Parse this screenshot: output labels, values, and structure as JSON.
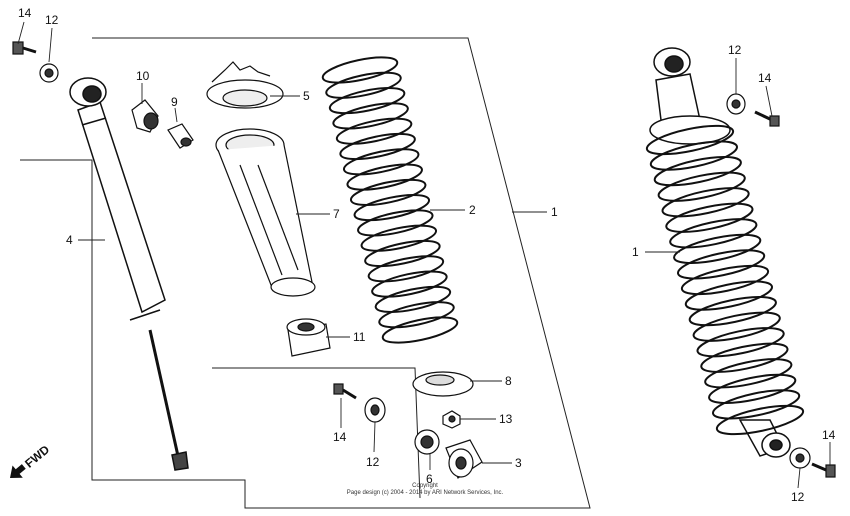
{
  "callouts": {
    "c14_top": "14",
    "c12_top": "12",
    "c10": "10",
    "c9": "9",
    "c5": "5",
    "c4": "4",
    "c7": "7",
    "c2": "2",
    "c1_mid": "1",
    "c11": "11",
    "c8": "8",
    "c13": "13",
    "c3": "3",
    "c6": "6",
    "c14_bot": "14",
    "c12_bot": "12",
    "c12_right_top": "12",
    "c14_right_top": "14",
    "c1_right": "1",
    "c14_right_bot": "14",
    "c12_right_bot": "12"
  },
  "fwd_label": "FWD",
  "copyright": {
    "line1": "Copyright",
    "line2": "Page design (c) 2004 - 2014 by ARI Network Services, Inc."
  }
}
